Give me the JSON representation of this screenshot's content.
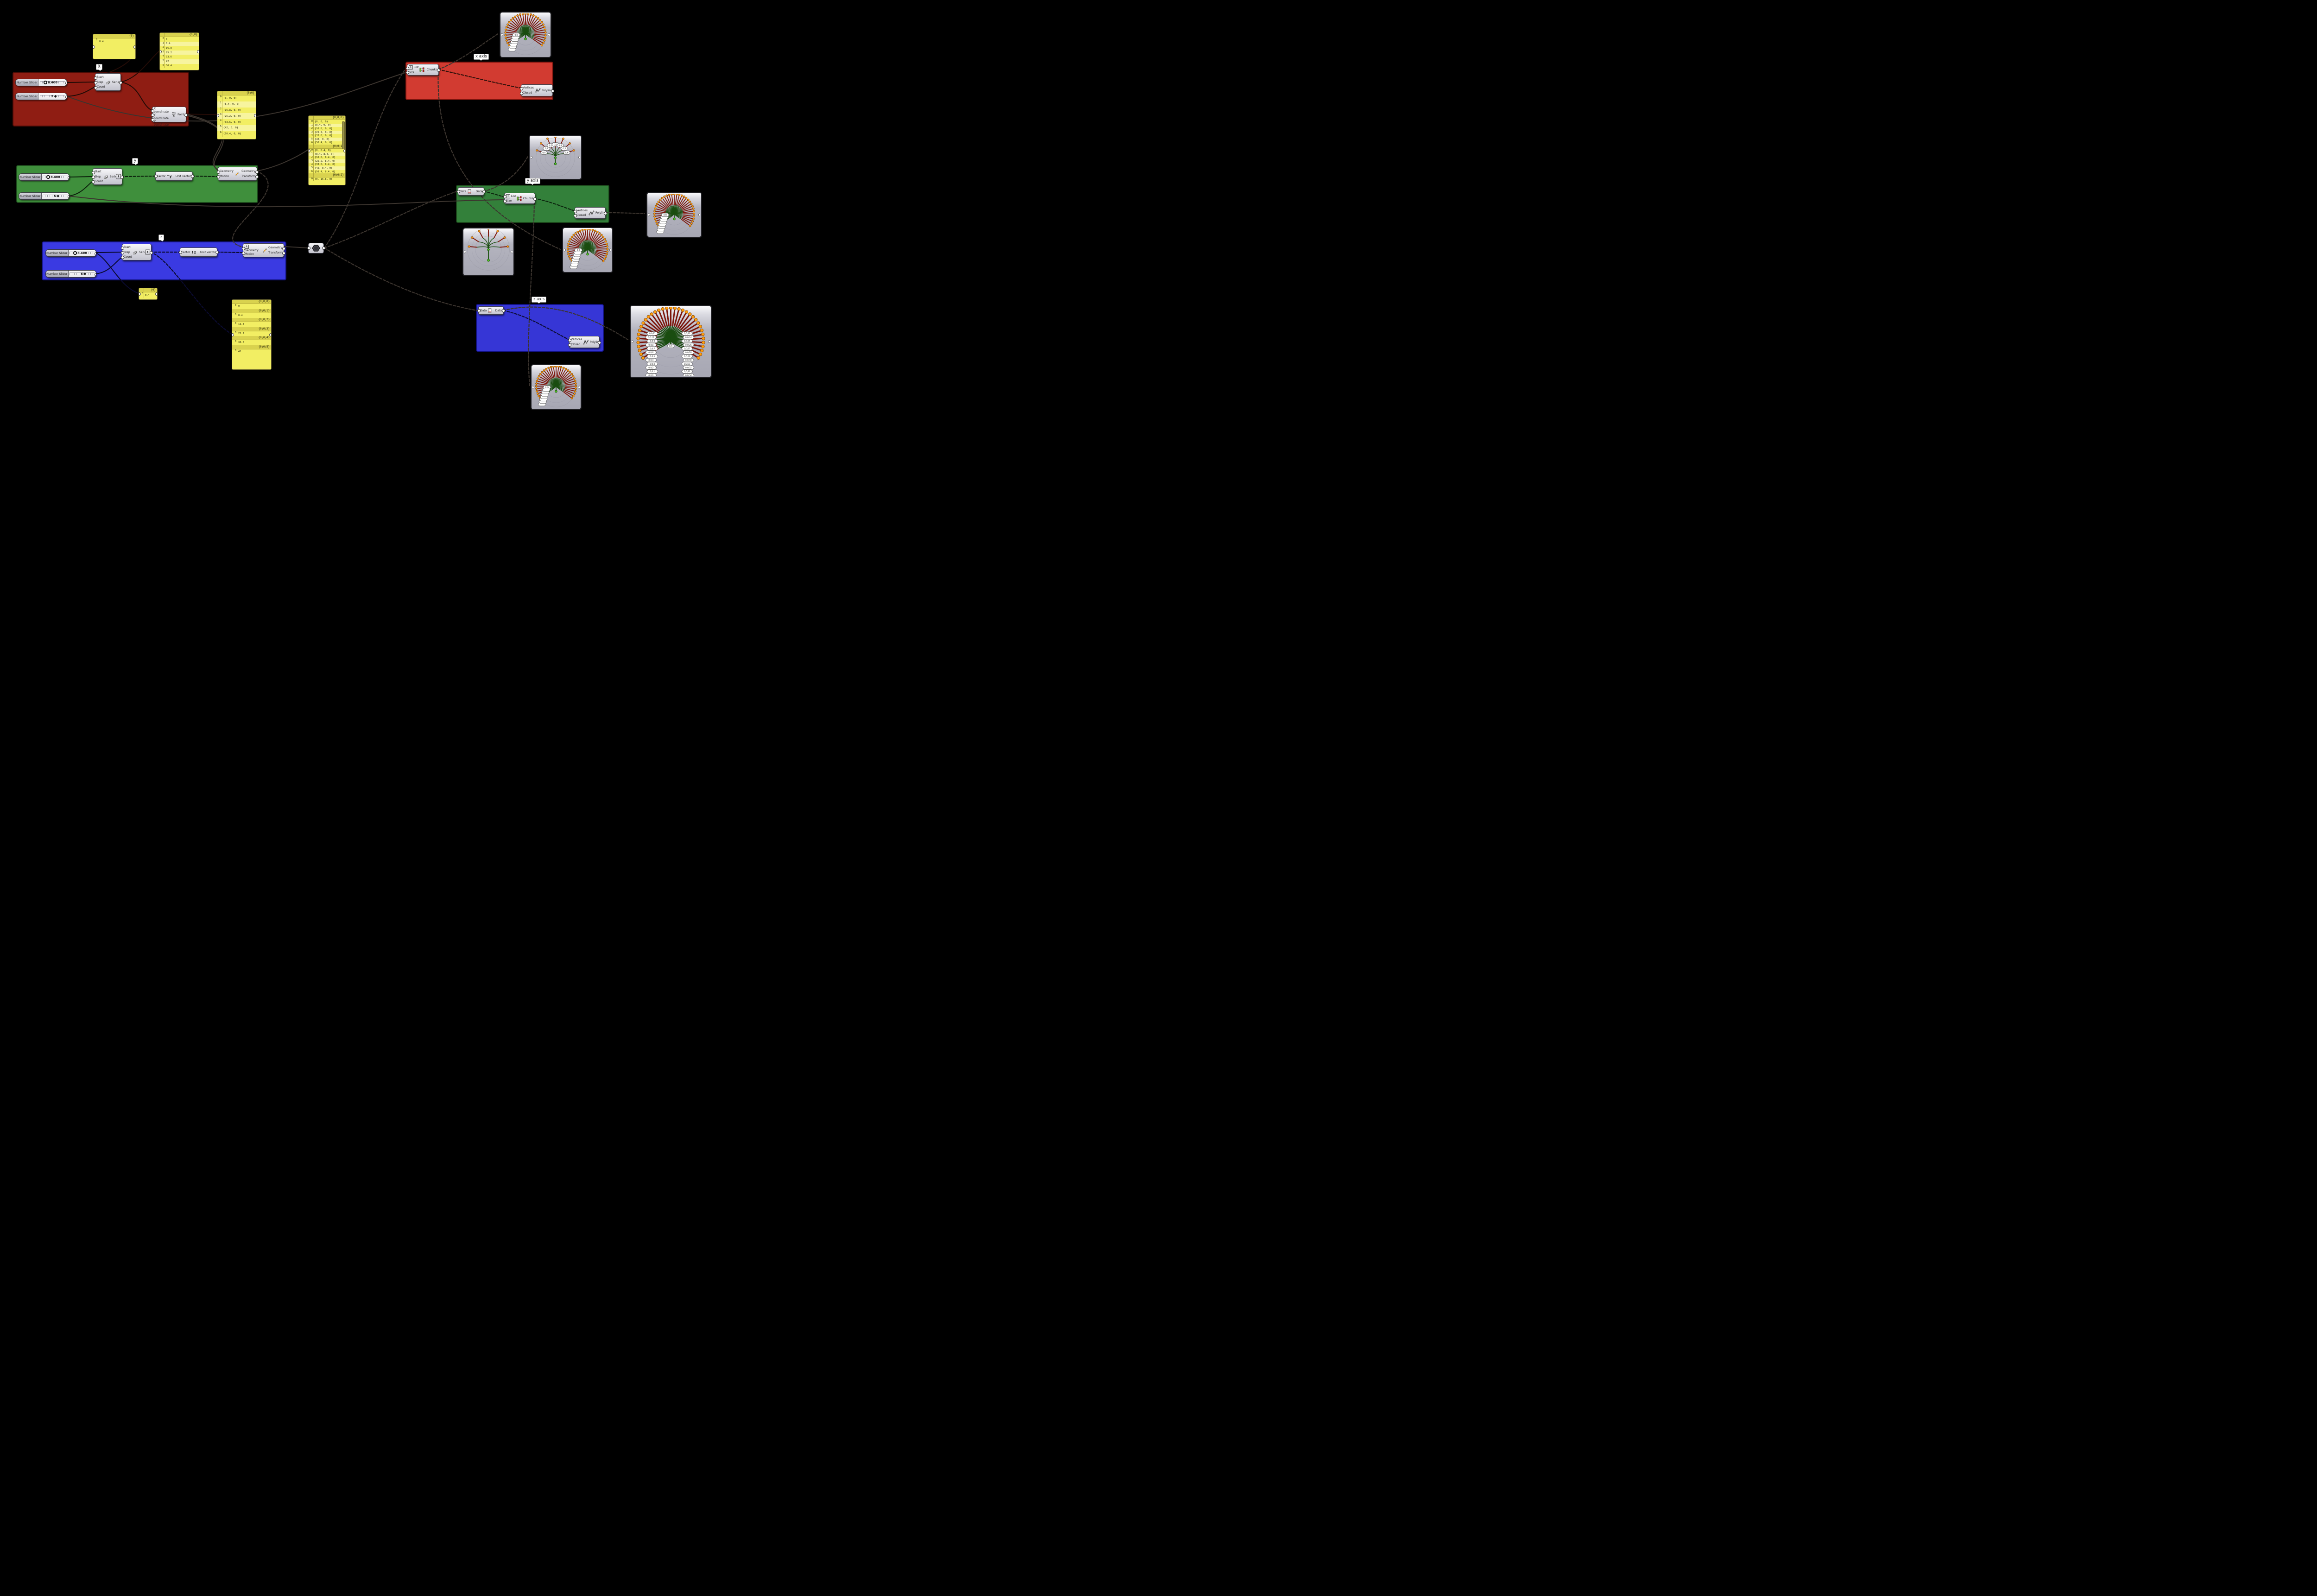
{
  "app": {
    "name": "Grasshopper node canvas"
  },
  "groups": {
    "x": {
      "tag": "X"
    },
    "y": {
      "tag": "y"
    },
    "z": {
      "tag": "z"
    },
    "x_axis": {
      "tag": "x axis"
    },
    "y_axis": {
      "tag": "y axis"
    },
    "z_axis": {
      "tag": "z axis"
    }
  },
  "defs": {
    "slider_name": "Number Slider",
    "series": {
      "in1": "Start",
      "in2": "Step",
      "in3": "Count",
      "out": "Series"
    },
    "point": {
      "in1": "X coordinate",
      "in2": "Y coordinate",
      "in3": "Z coordinate",
      "out": "Point"
    },
    "unit_vector": {
      "in": "Factor",
      "out": "Unit vector"
    },
    "move": {
      "in1": "Geometry",
      "in2": "Motion",
      "out1": "Geometry",
      "out2": "Transform"
    },
    "partition": {
      "in1": "List",
      "in2": "Size",
      "out": "Chunks"
    },
    "polyline": {
      "in1": "Vertices",
      "in2": "Closed",
      "out": "Polyline"
    },
    "flip": {
      "in": "Data",
      "out": "Data"
    }
  },
  "sliders": {
    "red1": {
      "value": "8.400",
      "knob": "round"
    },
    "red2": {
      "value": "7",
      "knob": "diamond"
    },
    "green1": {
      "value": "8.400",
      "knob": "round"
    },
    "green2": {
      "value": "5",
      "knob": "diamond"
    },
    "blue1": {
      "value": "8.400",
      "knob": "round"
    },
    "blue2": {
      "value": "6",
      "knob": "diamond"
    }
  },
  "panels": {
    "a": {
      "path": "{0}",
      "rows": [
        [
          "0",
          "8.4"
        ]
      ]
    },
    "b": {
      "path": "{0;0}",
      "rows": [
        [
          "0",
          "0"
        ],
        [
          "1",
          "8.4"
        ],
        [
          "2",
          "16.8"
        ],
        [
          "3",
          "25.2"
        ],
        [
          "4",
          "33.6"
        ],
        [
          "5",
          "42"
        ],
        [
          "6",
          "50.4"
        ]
      ]
    },
    "c": {
      "path": "{0;0}",
      "rows": [
        [
          "0",
          "{0, 0, 0}"
        ],
        [
          "1",
          "{8.4, 0, 0}"
        ],
        [
          "2",
          "{16.8, 0, 0}"
        ],
        [
          "3",
          "{25.2, 0, 0}"
        ],
        [
          "4",
          "{33.6, 0, 0}"
        ],
        [
          "5",
          "{42, 0, 0}"
        ],
        [
          "6",
          "{50.4, 0, 0}"
        ]
      ]
    },
    "d": {
      "sections": [
        {
          "path": "{0;0;0}",
          "rows": [
            [
              "0",
              "{0, 0, 0}"
            ],
            [
              "1",
              "{8.4, 0, 0}"
            ],
            [
              "2",
              "{16.8, 0, 0}"
            ],
            [
              "3",
              "{25.2, 0, 0}"
            ],
            [
              "4",
              "{33.6, 0, 0}"
            ],
            [
              "5",
              "{42, 0, 0}"
            ],
            [
              "6",
              "{50.4, 0, 0}"
            ]
          ]
        },
        {
          "path": "{0;0;1}",
          "rows": [
            [
              "0",
              "{0, 8.4, 0}"
            ],
            [
              "1",
              "{8.4, 8.4, 0}"
            ],
            [
              "2",
              "{16.8, 8.4, 0}"
            ],
            [
              "3",
              "{25.2, 8.4, 0}"
            ],
            [
              "4",
              "{33.6, 8.4, 0}"
            ],
            [
              "5",
              "{42, 8.4, 0}"
            ],
            [
              "6",
              "{50.4, 8.4, 0}"
            ]
          ]
        },
        {
          "path": "{0;0;2}",
          "rows": [
            [
              "0",
              "{0, 16.8, 0}"
            ]
          ]
        }
      ]
    },
    "e": {
      "sections": [
        {
          "path": "{0;0;0}",
          "rows": [
            [
              "0",
              "0"
            ]
          ]
        },
        {
          "path": "{0;0;1}",
          "rows": [
            [
              "0",
              "8.4"
            ]
          ]
        },
        {
          "path": "{0;0;2}",
          "rows": [
            [
              "0",
              "16.8"
            ]
          ]
        },
        {
          "path": "{0;0;3}",
          "rows": [
            [
              "0",
              "25.2"
            ]
          ]
        },
        {
          "path": "{0;0;4}",
          "rows": [
            [
              "0",
              "33.6"
            ]
          ]
        },
        {
          "path": "{0;0;5}",
          "rows": [
            [
              "0",
              "42"
            ]
          ]
        }
      ]
    },
    "f": {
      "path": "{0}",
      "rows": [
        [
          "0",
          "8.4"
        ]
      ]
    }
  },
  "thumbnails": [
    {
      "id": "t1",
      "spokes": 33,
      "arc": [
        -125,
        125
      ],
      "label_stack": {
        "label": "0;9",
        "count": 7
      }
    },
    {
      "id": "t2",
      "spokes": 7,
      "arc": [
        -72,
        72
      ],
      "spoke_labels": [
        "0;0",
        "0;1",
        "0;2",
        "0;3",
        "0;4",
        "0;5",
        "0;6"
      ]
    },
    {
      "id": "t3",
      "spokes": 35,
      "arc": [
        -127,
        127
      ],
      "label_stack": {
        "label": "0;9",
        "count": 8
      }
    },
    {
      "id": "t4",
      "spokes": 7,
      "arc": [
        -85,
        85
      ],
      "plant": true
    },
    {
      "id": "t5",
      "spokes": 35,
      "arc": [
        -127,
        127
      ],
      "label_stack": {
        "label": "0;9",
        "count": 8
      }
    },
    {
      "id": "t6",
      "spokes": 35,
      "arc": [
        -122,
        122
      ],
      "label_columns": {
        "left": [
          "0;0;11",
          "0;0;10",
          "0;0;9",
          "0;0;8",
          "0;0;7",
          "0;0;6",
          "0;0;5",
          "0;0;4",
          "0;0;3",
          "0;0;2",
          "0;0;1",
          "0;0;0"
        ],
        "right": [
          "0;0;23",
          "0;0;24",
          "0;0;25",
          "0;0;26",
          "0;0;27",
          "0;0;28",
          "0;0;29",
          "0;0;30",
          "0;0;31",
          "0;0;32",
          "0;0;33",
          "0;0;34"
        ],
        "center": "0;0"
      }
    },
    {
      "id": "t7",
      "spokes": 35,
      "arc": [
        -127,
        127
      ],
      "label_stack": {
        "label": "0;9",
        "count": 8
      }
    }
  ],
  "colors": {
    "red_left": "#8f1d13",
    "red_right": "#d23b31",
    "green_left": "#3f8f3c",
    "green_right": "#33803a",
    "blue_left": "#3a3ae2",
    "blue_right": "#3636d6",
    "panel": "#f2ee63",
    "panel_header": "#d9d24e",
    "fan_green": "#1a4d10",
    "fan_maroon": "#7c150a",
    "fan_dot": "#ff9d0f"
  }
}
